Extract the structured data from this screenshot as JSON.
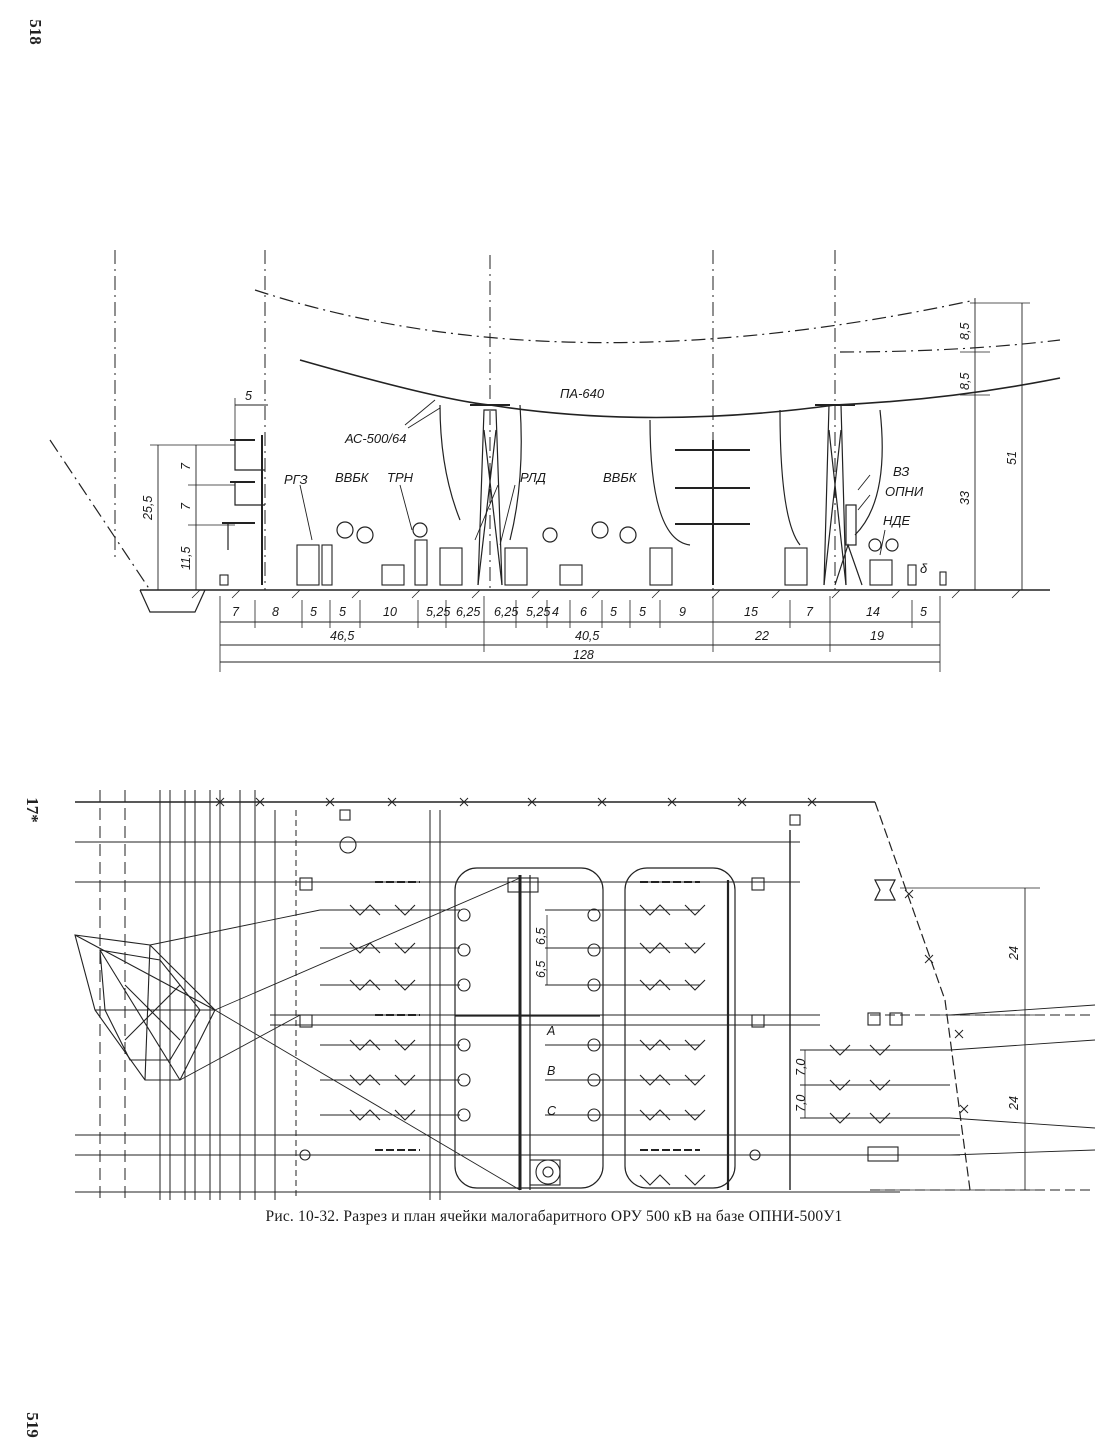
{
  "page_numbers": {
    "left_top": "518",
    "left_mid": "17*",
    "left_bottom": "519"
  },
  "section_labels": {
    "conductor_pa": "ПА-640",
    "conductor_ac": "АС-500/64",
    "rgz": "РГЗ",
    "vvbk_left": "ВВБК",
    "trn": "ТРН",
    "rld": "РЛД",
    "vvbk_right": "ВВБК",
    "vz": "ВЗ",
    "opni": "ОПНИ",
    "nde": "НДЕ",
    "sensor": "δ"
  },
  "vertical_dims": {
    "left_total": "25,5",
    "left_top": "7",
    "left_mid": "7",
    "left_bottom": "11,5",
    "top_small": "5",
    "right_a": "8,5",
    "right_b": "8,5",
    "right_33": "33",
    "right_51": "51"
  },
  "dimension_row1": [
    "7",
    "8",
    "5",
    "5",
    "10",
    "5,25",
    "6,25",
    "6,25",
    "5,25",
    "4",
    "6",
    "5",
    "5",
    "9",
    "15",
    "7",
    "14",
    "5"
  ],
  "dimension_row2": [
    "46,5",
    "40,5",
    "22",
    "19"
  ],
  "dimension_total": "128",
  "plan_labels": {
    "phase_a": "A",
    "phase_b": "B",
    "phase_c": "C",
    "dim_65a": "6,5",
    "dim_65b": "6,5",
    "dim_70a": "7,0",
    "dim_70b": "7,0",
    "dim_24a": "24",
    "dim_24b": "24"
  },
  "caption": "Рис. 10-32. Разрез и план ячейки малогабаритного ОРУ 500 кВ на базе ОПНИ-500У1"
}
